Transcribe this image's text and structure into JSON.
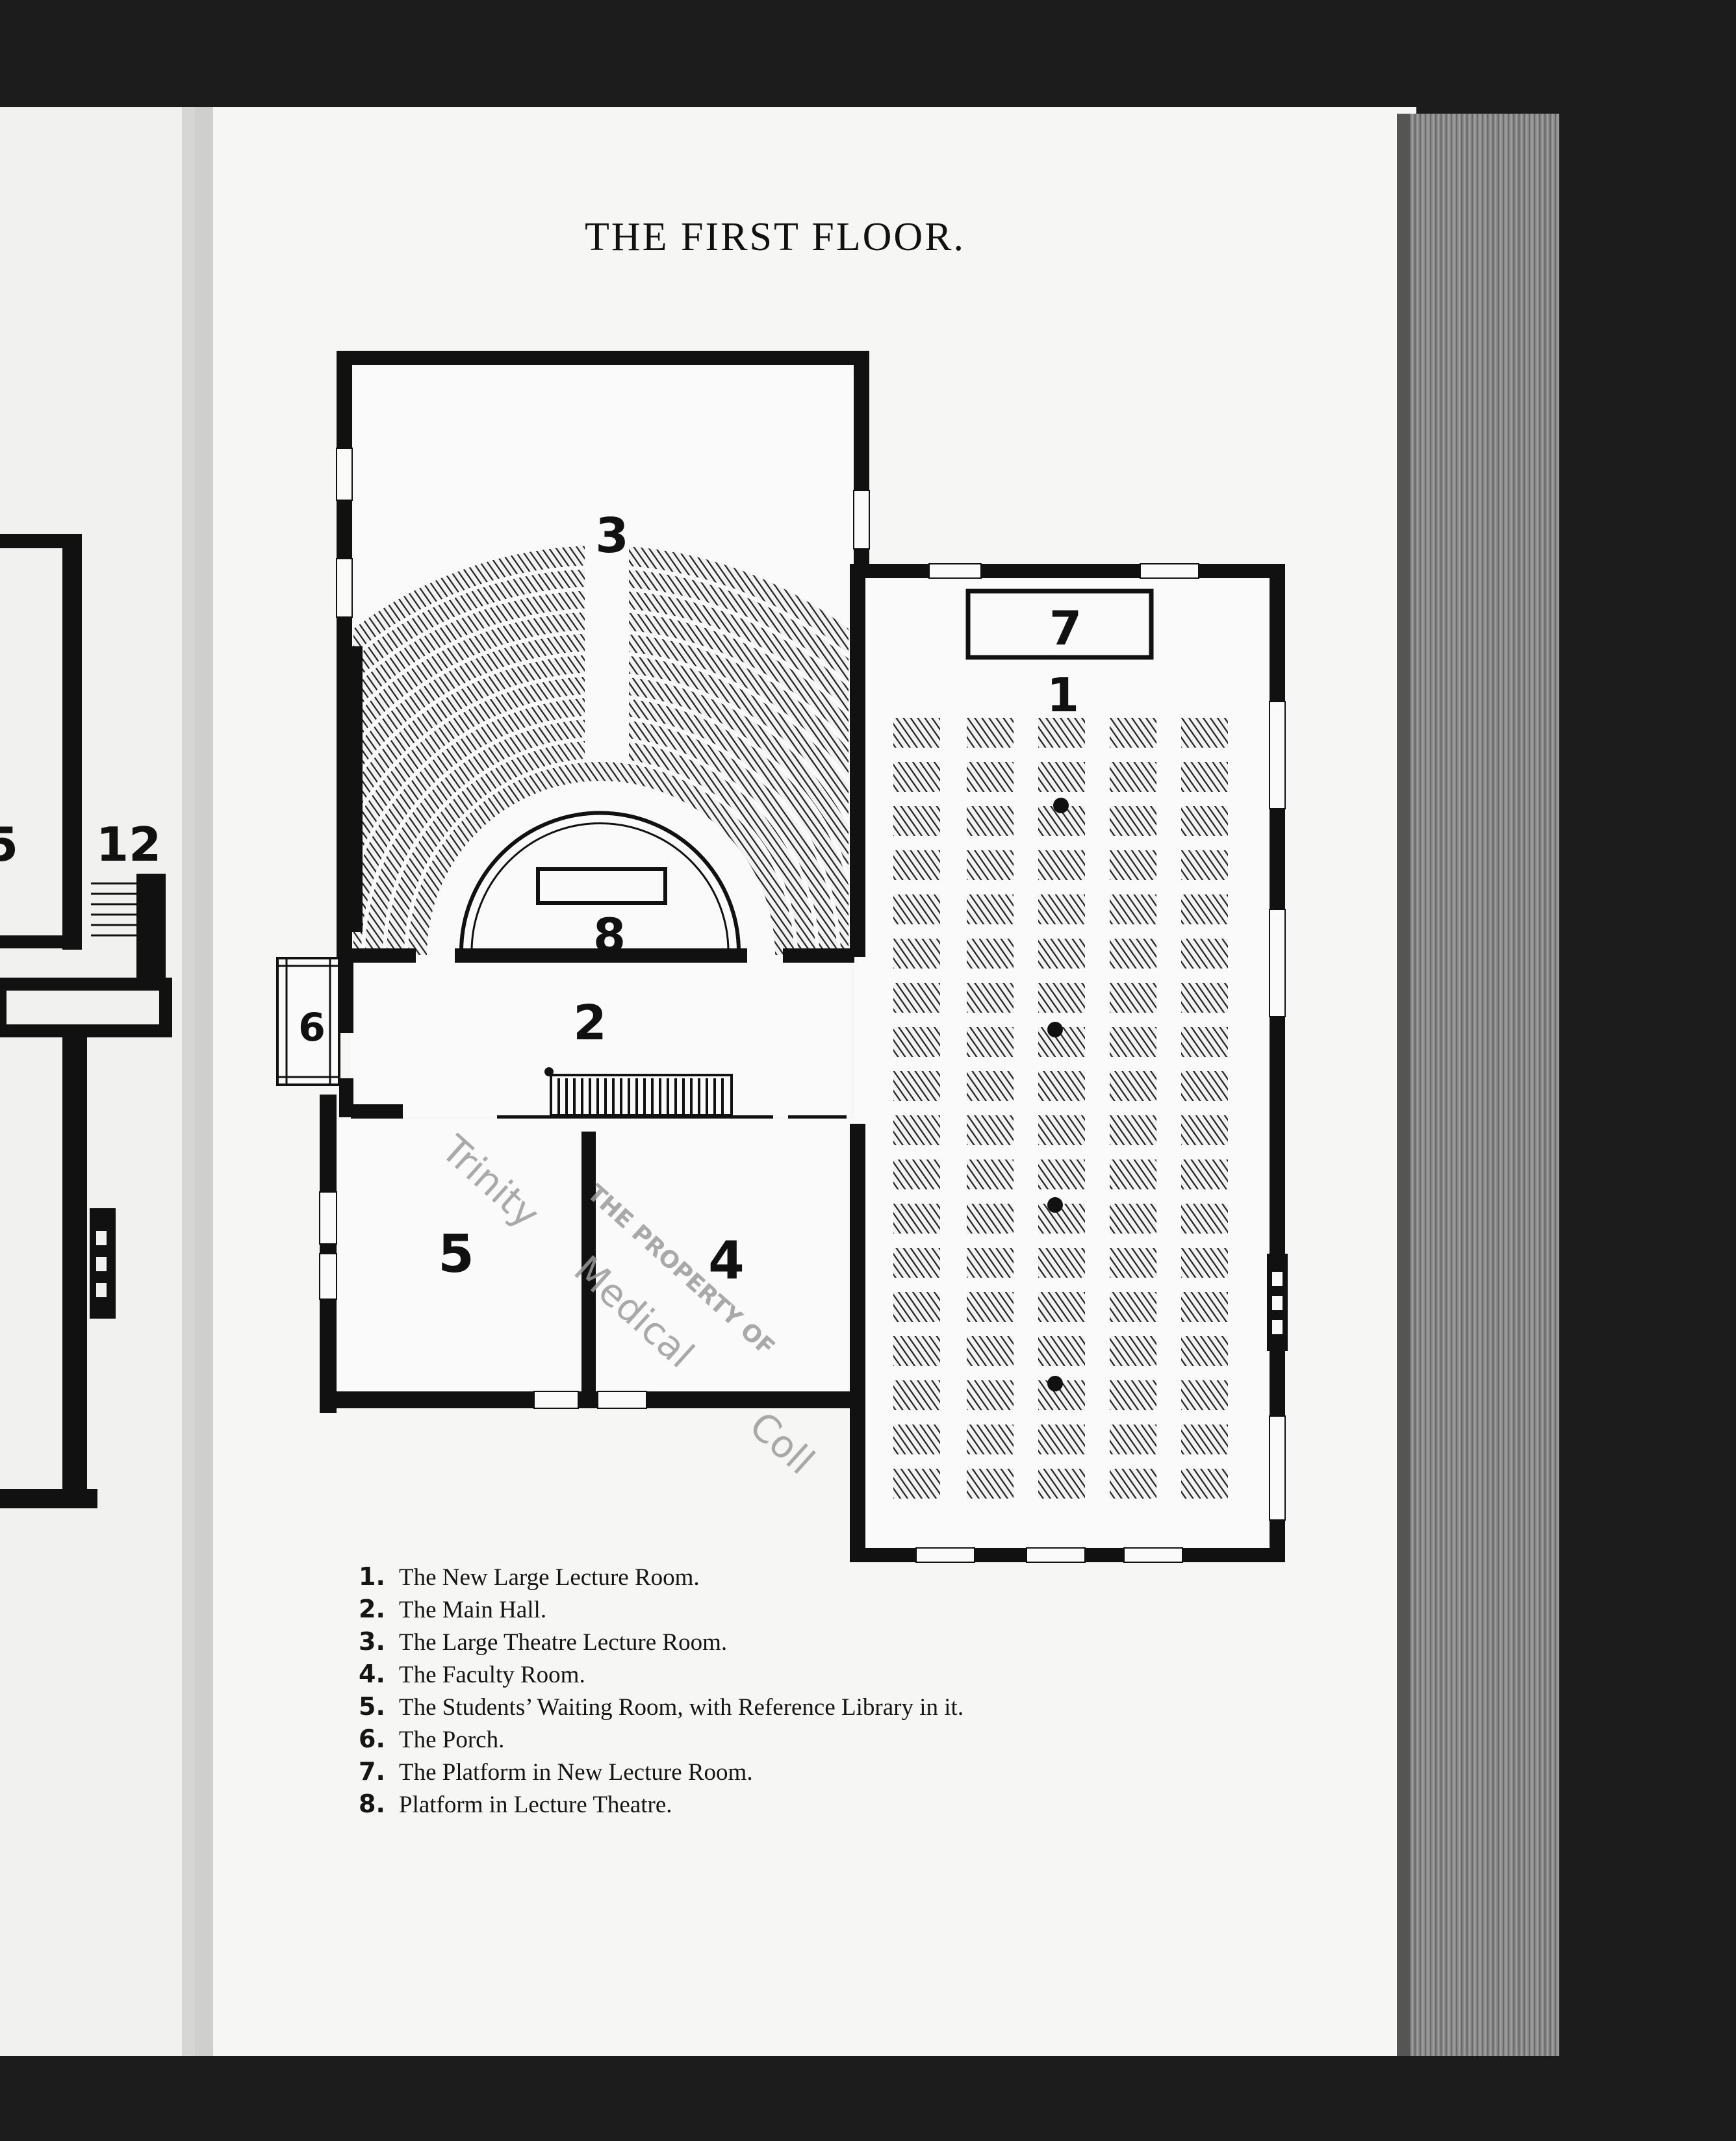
{
  "page": {
    "title": "THE FIRST FLOOR."
  },
  "plan": {
    "room_numbers": {
      "r1": "1",
      "r2": "2",
      "r3": "3",
      "r4": "4",
      "r5": "5",
      "r6": "6",
      "r7": "7",
      "r8": "8"
    }
  },
  "left_page": {
    "room_number": "12",
    "partial_number": "5"
  },
  "stamp": {
    "lines": [
      "Trinity",
      "THE PROPERTY OF",
      "Medical",
      "Coll"
    ]
  },
  "legend": [
    {
      "num": "1.",
      "text": "The New Large Lecture Room."
    },
    {
      "num": "2.",
      "text": "The Main Hall."
    },
    {
      "num": "3.",
      "text": "The Large Theatre Lecture Room."
    },
    {
      "num": "4.",
      "text": "The Faculty Room."
    },
    {
      "num": "5.",
      "text": "The Students’ Waiting Room, with Reference Library in it."
    },
    {
      "num": "6.",
      "text": "The Porch."
    },
    {
      "num": "7.",
      "text": "The Platform in New Lecture Room."
    },
    {
      "num": "8.",
      "text": "Platform in Lecture Theatre."
    }
  ],
  "colors": {
    "paper": "#f6f6f4",
    "ink": "#111111",
    "background": "#1c1c1c"
  }
}
